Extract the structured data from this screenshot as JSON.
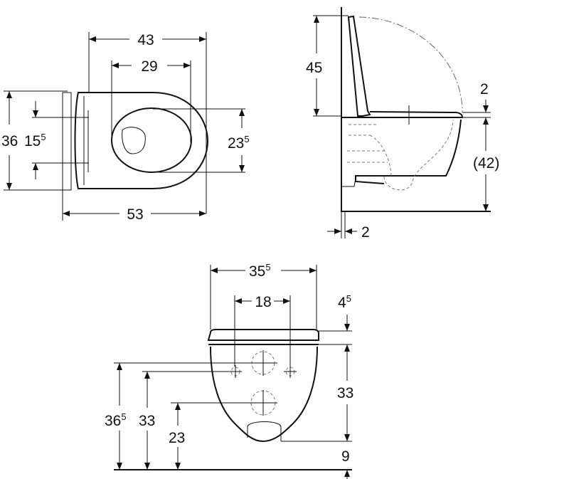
{
  "top_view": {
    "width_43": "43",
    "width_29": "29",
    "height_36": "36",
    "fix_155": {
      "base": "15",
      "sup": "5"
    },
    "oval_235": {
      "base": "23",
      "sup": "5"
    },
    "length_53": "53"
  },
  "side_view": {
    "lid_45": "45",
    "seat_2": "2",
    "height_42": "(42)",
    "wall_2": "2"
  },
  "front_view": {
    "width_355": {
      "base": "35",
      "sup": "5"
    },
    "spacing_18": "18",
    "top_45": {
      "base": "4",
      "sup": "5"
    },
    "right_33": "33",
    "bottom_9": "9",
    "left_365": {
      "base": "36",
      "sup": "5"
    },
    "left_33": "33",
    "left_23": "23"
  }
}
